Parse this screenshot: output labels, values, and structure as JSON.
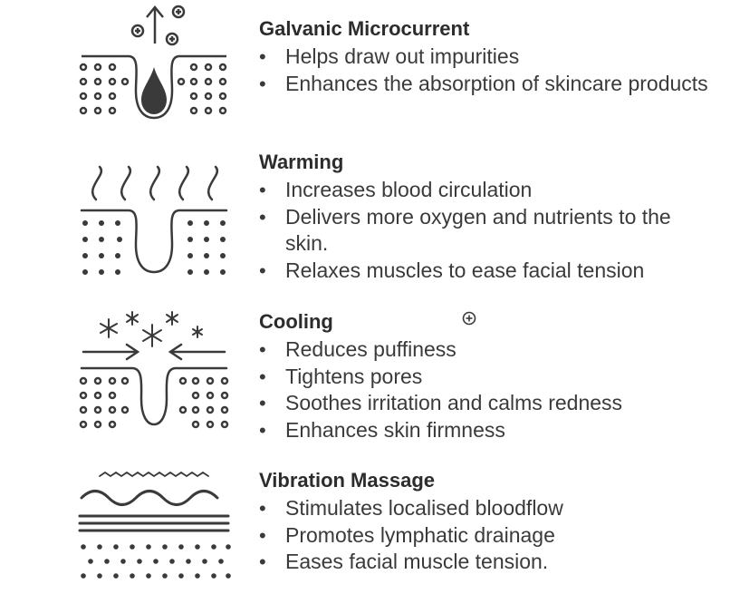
{
  "sections": [
    {
      "title": "Galvanic Microcurrent",
      "icon": "skin-pore-ion-extraction-icon",
      "bullets": [
        "Helps draw out impurities",
        "Enhances the absorption of skincare products"
      ]
    },
    {
      "title": "Warming",
      "icon": "skin-pore-heat-waves-icon",
      "bullets": [
        "Increases blood circulation",
        "Delivers more oxygen and nutrients to the skin.",
        "Relaxes muscles to ease facial tension"
      ]
    },
    {
      "title": "Cooling",
      "icon": "skin-pore-snowflake-icon",
      "bullets": [
        "Reduces puffiness",
        "Tightens pores",
        "Soothes irritation and calms redness",
        "Enhances skin firmness"
      ]
    },
    {
      "title": "Vibration Massage",
      "icon": "skin-layers-vibration-wave-icon",
      "bullets": [
        "Stimulates localised bloodflow",
        "Promotes lymphatic drainage",
        "Eases facial muscle tension."
      ]
    }
  ],
  "colors": {
    "icon": "#3a3a3a",
    "text": "#333333"
  }
}
